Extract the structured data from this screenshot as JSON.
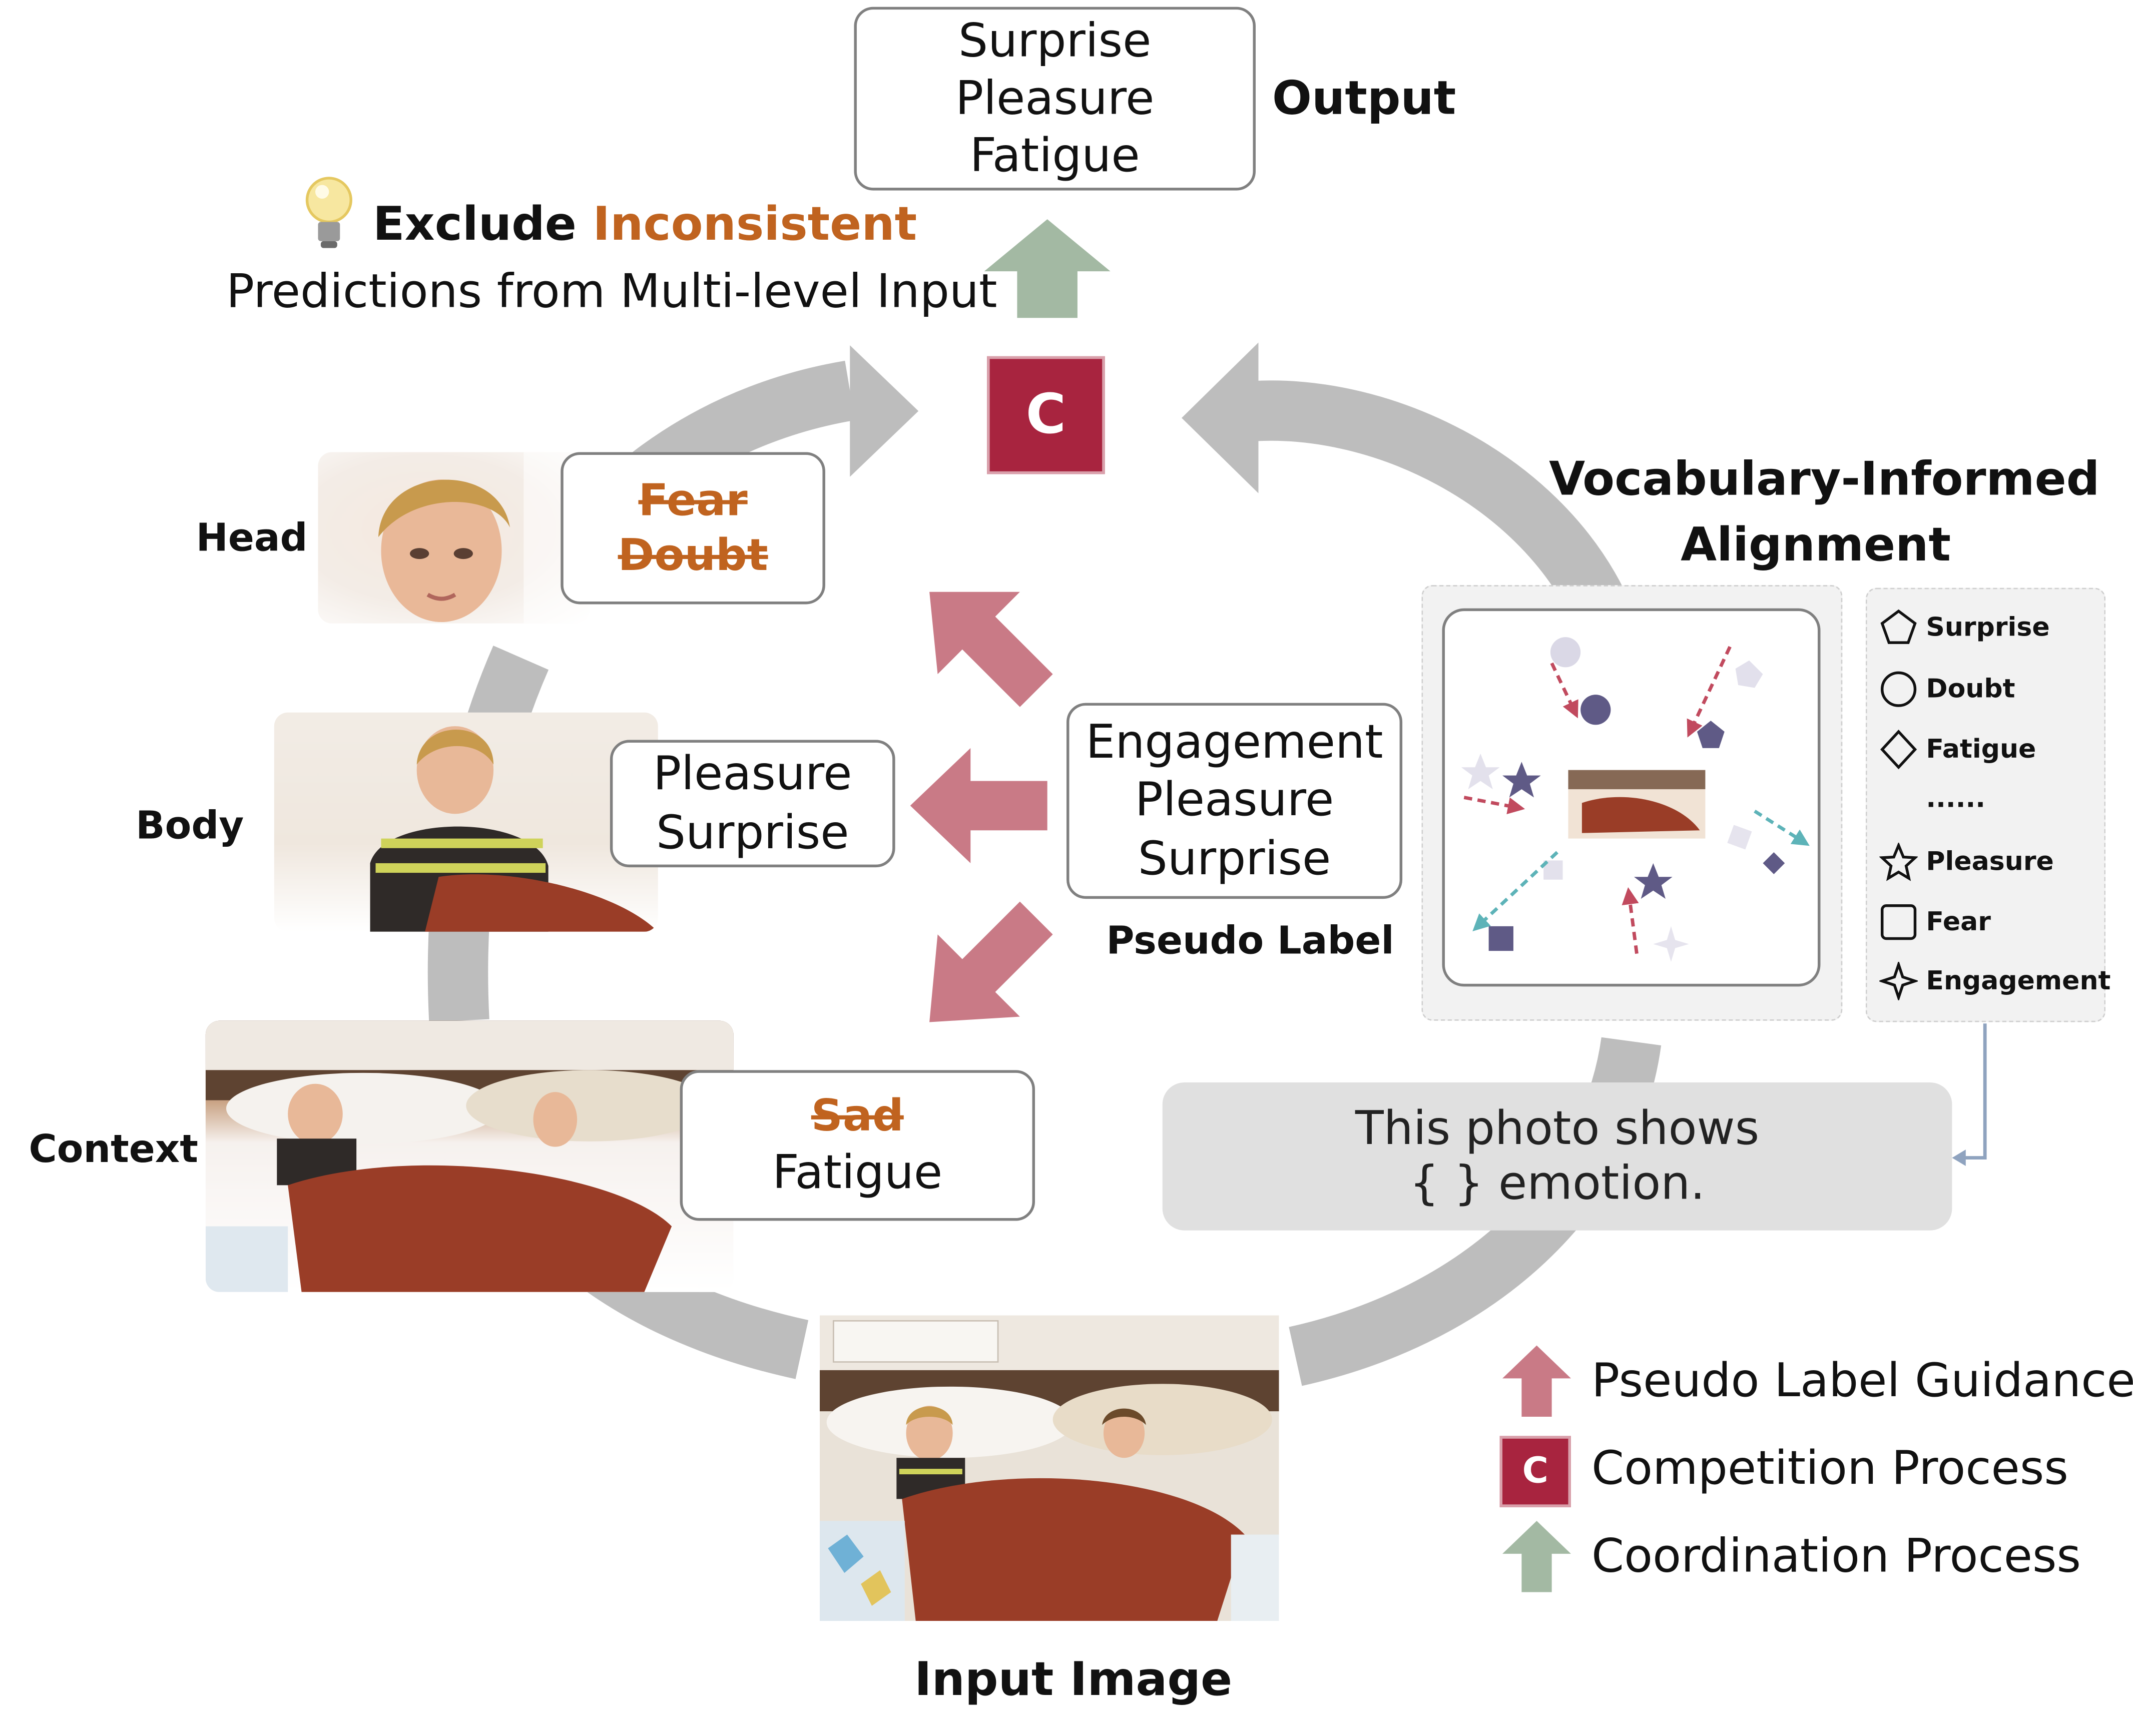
{
  "output": {
    "label": "Output",
    "items": [
      "Surprise",
      "Pleasure",
      "Fatigue"
    ]
  },
  "insight": {
    "exclude": "Exclude",
    "inconsistent": "Inconsistent",
    "line2": "Predictions from Multi-level Input"
  },
  "competition_symbol": "C",
  "levels": {
    "head": {
      "label": "Head",
      "struck": [
        "Fear",
        "Doubt"
      ]
    },
    "body": {
      "label": "Body",
      "kept": [
        "Pleasure",
        "Surprise"
      ]
    },
    "context": {
      "label": "Context",
      "struck": [
        "Sad"
      ],
      "kept": [
        "Fatigue"
      ]
    }
  },
  "pseudo_label": {
    "items": [
      "Engagement",
      "Pleasure",
      "Surprise"
    ],
    "caption": "Pseudo Label"
  },
  "alignment": {
    "title_line1": "Vocabulary-Informed",
    "title_line2": "Alignment",
    "vocab": [
      {
        "name": "Surprise",
        "shape": "pentagon-icon"
      },
      {
        "name": "Doubt",
        "shape": "circle-icon"
      },
      {
        "name": "Fatigue",
        "shape": "diamond-icon"
      },
      {
        "name": "......",
        "shape": ""
      },
      {
        "name": "Pleasure",
        "shape": "star-icon"
      },
      {
        "name": "Fear",
        "shape": "square-icon"
      },
      {
        "name": "Engagement",
        "shape": "four-point-star-icon"
      }
    ]
  },
  "prompt": {
    "line1": "This photo shows",
    "line2": "{ } emotion."
  },
  "input_label": "Input Image",
  "legend": [
    {
      "label": "Pseudo Label Guidance",
      "icon": "pink-up-arrow-icon"
    },
    {
      "label": "Competition Process",
      "icon": "c-square-icon"
    },
    {
      "label": "Coordination Process",
      "icon": "green-up-arrow-icon"
    }
  ],
  "colors": {
    "pink_arrow": "#c97a86",
    "green_arrow": "#a3b9a3",
    "cycle_arrow": "#bdbdbd",
    "competition": "#a8243f",
    "strike_text": "#c0631f",
    "prompt_bg": "#e0e0e0",
    "alignment_panel_bg": "#f2f2f2",
    "shape_fill": "#5f5a86",
    "teal_arrow": "#5db3b8",
    "red_arrow": "#c14a5e"
  }
}
